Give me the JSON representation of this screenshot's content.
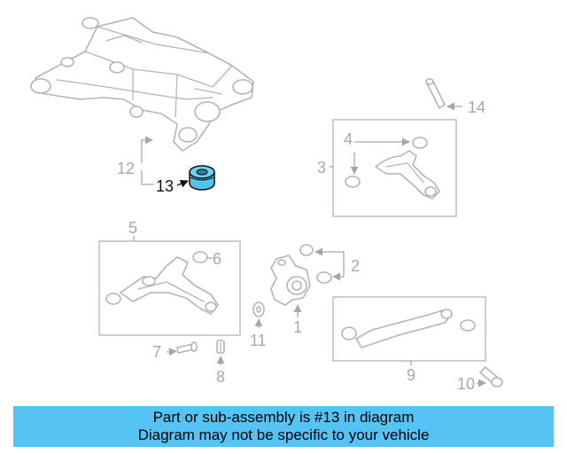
{
  "diagram": {
    "callouts": {
      "c1": "1",
      "c2": "2",
      "c3": "3",
      "c4": "4",
      "c5": "5",
      "c6": "6",
      "c7": "7",
      "c8": "8",
      "c9": "9",
      "c10": "10",
      "c11": "11",
      "c12": "12",
      "c13": "13",
      "c14": "14"
    },
    "highlight_part": "13",
    "highlight_color": "#4fc3e8"
  },
  "banner": {
    "line1": "Part or sub-assembly is #13 in diagram",
    "line2": "Diagram may not be specific to your vehicle",
    "background": "#55c3f3"
  }
}
